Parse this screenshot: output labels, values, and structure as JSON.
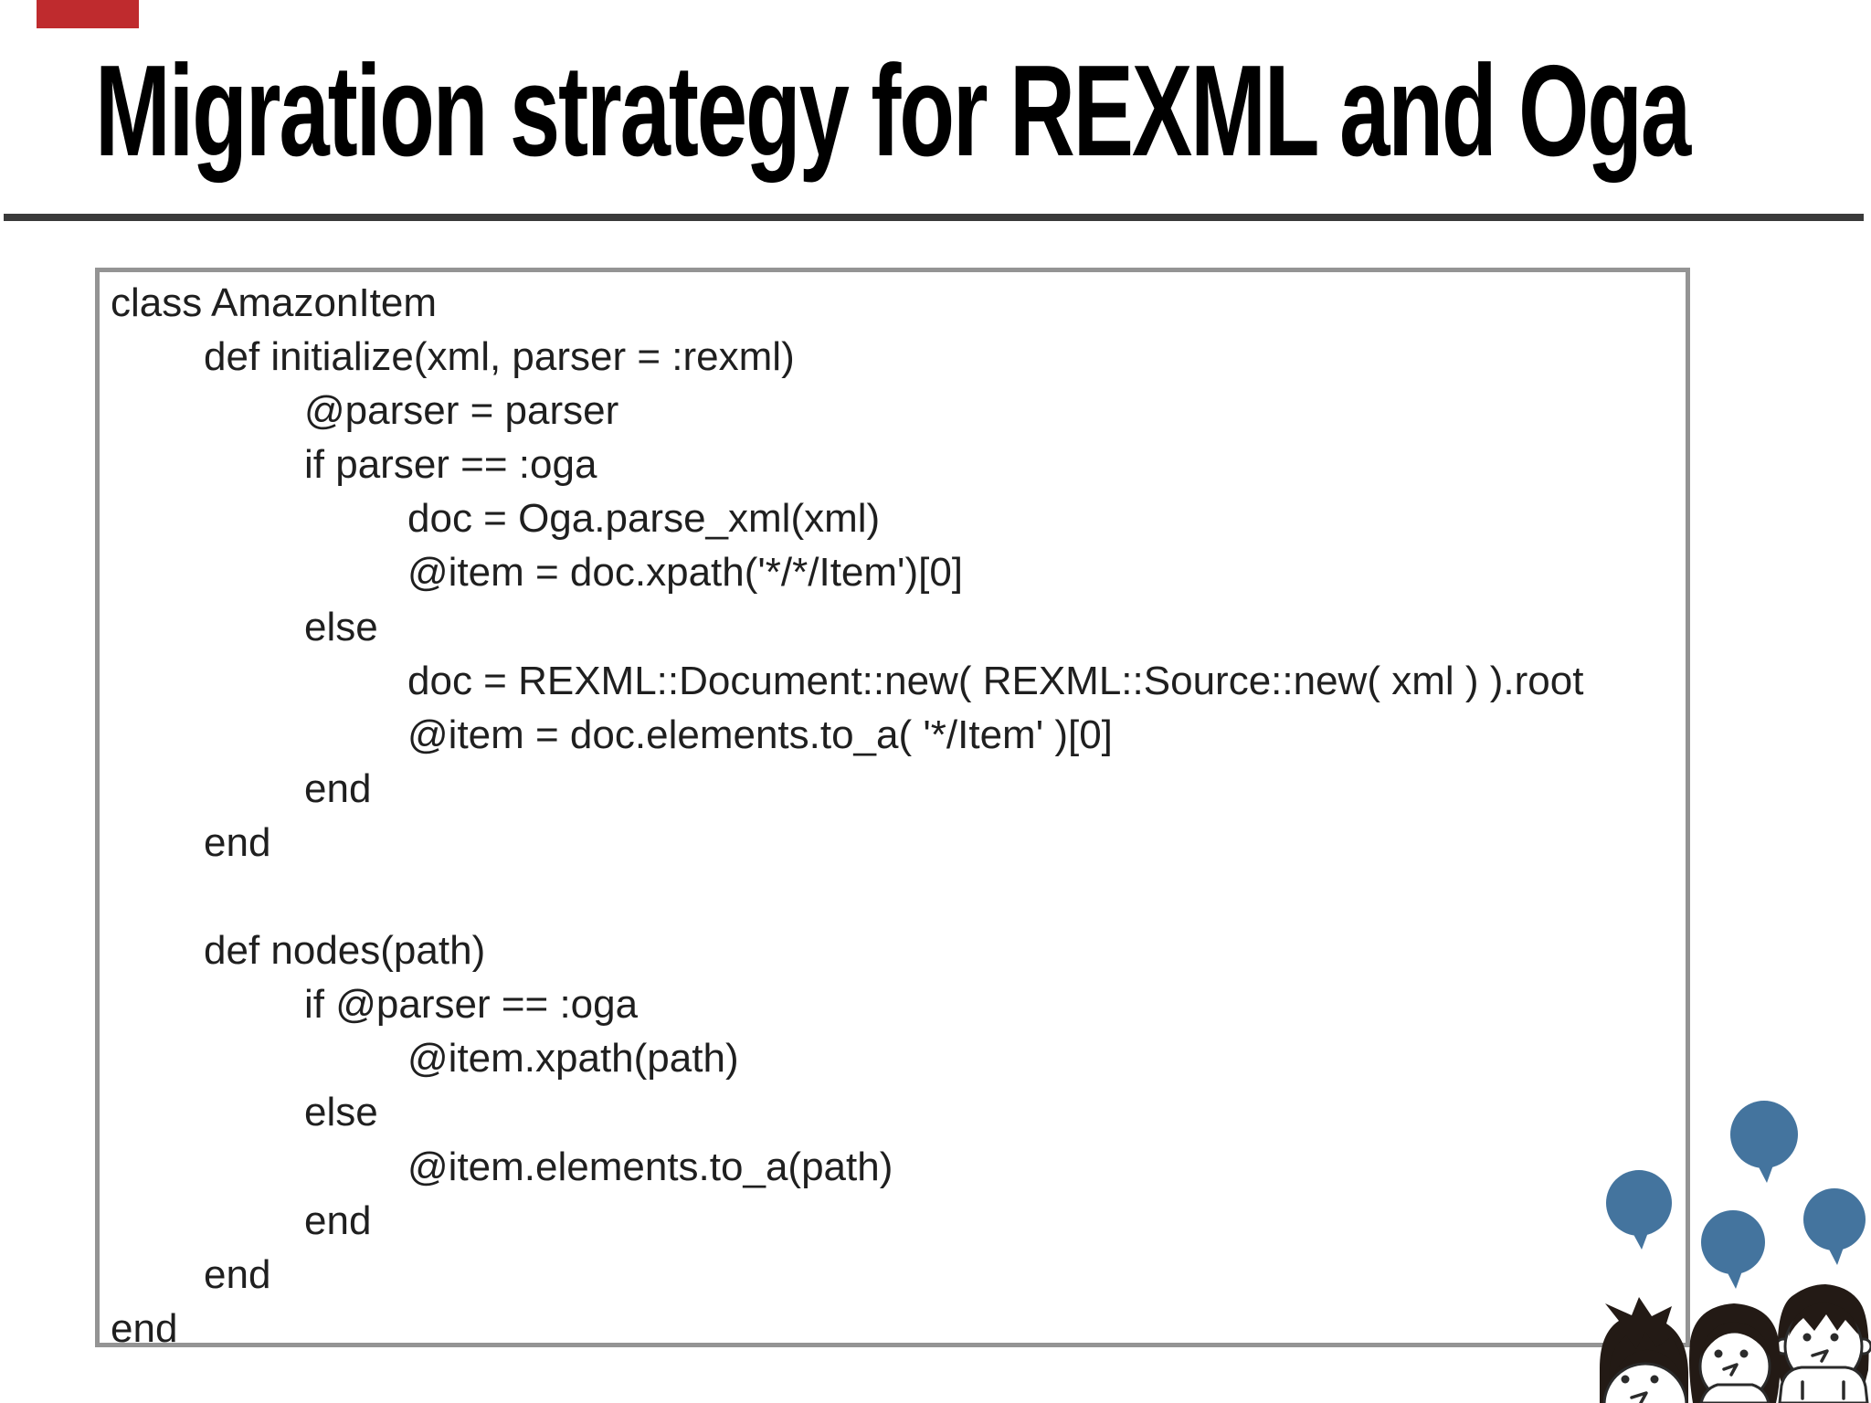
{
  "slide": {
    "title": "Migration strategy for REXML and Oga"
  },
  "accent": {
    "top_left_bar_color": "#bf2b2e"
  },
  "divider": {
    "color": "#3a3a3a"
  },
  "code_block": {
    "border_color": "#949494",
    "lines": [
      {
        "indent": 0,
        "text": "class AmazonItem"
      },
      {
        "indent": 1,
        "text": "def initialize(xml, parser = :rexml)"
      },
      {
        "indent": 2,
        "text": "@parser = parser"
      },
      {
        "indent": 2,
        "text": "if parser == :oga"
      },
      {
        "indent": 3,
        "text": "doc = Oga.parse_xml(xml)"
      },
      {
        "indent": 3,
        "text": "@item = doc.xpath('*/*/Item')[0]"
      },
      {
        "indent": 2,
        "text": "else"
      },
      {
        "indent": 3,
        "text": "doc = REXML::Document::new( REXML::Source::new( xml ) ).root"
      },
      {
        "indent": 3,
        "text": "@item = doc.elements.to_a( '*/Item' )[0]"
      },
      {
        "indent": 2,
        "text": "end"
      },
      {
        "indent": 1,
        "text": "end"
      },
      {
        "indent": 0,
        "text": ""
      },
      {
        "indent": 1,
        "text": "def nodes(path)"
      },
      {
        "indent": 2,
        "text": "if @parser == :oga"
      },
      {
        "indent": 3,
        "text": "@item.xpath(path)"
      },
      {
        "indent": 2,
        "text": "else"
      },
      {
        "indent": 3,
        "text": "@item.elements.to_a(path)"
      },
      {
        "indent": 2,
        "text": "end"
      },
      {
        "indent": 1,
        "text": "end"
      },
      {
        "indent": 0,
        "text": "end"
      }
    ]
  },
  "decoration": {
    "name": "children-with-speech-bubbles",
    "bubble_color": "#44749E",
    "hair_color": "#231a15",
    "outline_color": "#2b2b2b",
    "bubble_count": 4,
    "children_count": 3
  }
}
